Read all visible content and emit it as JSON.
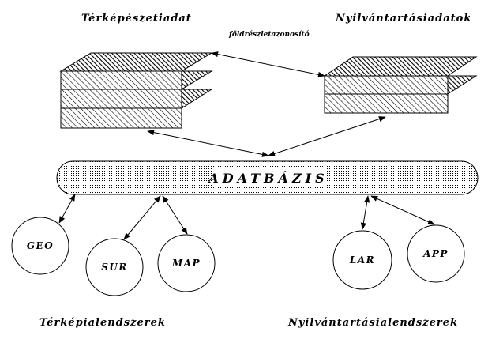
{
  "headings": {
    "map_data": "Térképészetiadat",
    "register_data": "Nyilvántartásiadatok",
    "map_systems": "Térképialendszerek",
    "register_systems": "Nyilvántartásialendszerek"
  },
  "link_label": "földrészletazonosító",
  "database": {
    "label": "ADATBÁZIS"
  },
  "nodes": {
    "geo": "GEO",
    "sur": "SUR",
    "map": "MAP",
    "lar": "LAR",
    "app": "APP"
  }
}
